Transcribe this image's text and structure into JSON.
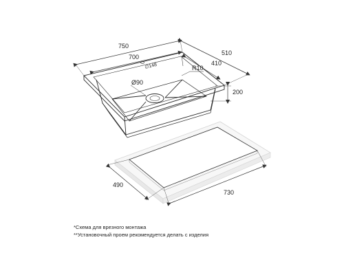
{
  "dimensions": {
    "sink_width": "750",
    "sink_depth": "510",
    "bowl_width": "700",
    "bowl_depth": "410",
    "bowl_height": "200",
    "drain_diameter": "Ø90",
    "corner_radius": "R10",
    "cutout_depth": "490",
    "cutout_width": "730"
  },
  "drain_marking": "∅148",
  "notes": {
    "line1": "*Схема для врезного монтажа",
    "line2": "**Установочный проем рекомендуется делать с изделия"
  }
}
